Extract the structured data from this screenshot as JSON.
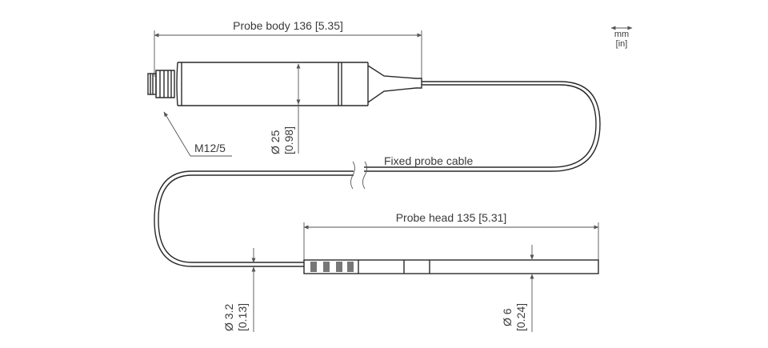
{
  "units": {
    "primary": "mm",
    "secondary": "[in]"
  },
  "dimensions": {
    "probe_body": "Probe body 136 [5.35]",
    "body_diameter_mm": "Ø 25",
    "body_diameter_in": "[0.98]",
    "connector": "M12/5",
    "cable": "Fixed probe cable",
    "probe_head": "Probe head 135 [5.31]",
    "cable_diameter_mm": "Ø 3.2",
    "cable_diameter_in": "[0.13]",
    "head_diameter_mm": "Ø 6",
    "head_diameter_in": "[0.24]"
  }
}
